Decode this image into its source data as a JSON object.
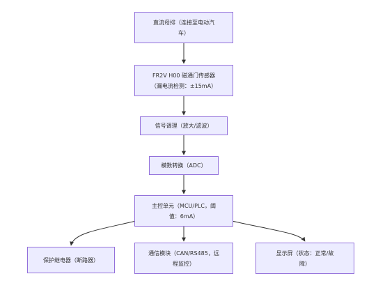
{
  "nodes": {
    "dc_busbar": "直流母排（连接至电动汽\n车）",
    "sensor": "FR2V H00 磁通门传感器\n（漏电流检测：±15mA）",
    "signal_conditioning": "信号调理（放大/滤波）",
    "adc": "模数转换（ADC）",
    "mcu": "主控单元（MCU/PLC，阈\n值：6mA）",
    "relay": "保护继电器（断路器）",
    "comm": "通信模块（CAN/RS485，远\n程监控）",
    "display": "显示屏（状态：正常/故\n障）"
  },
  "edges": [
    [
      "dc_busbar",
      "sensor"
    ],
    [
      "sensor",
      "signal_conditioning"
    ],
    [
      "signal_conditioning",
      "adc"
    ],
    [
      "adc",
      "mcu"
    ],
    [
      "mcu",
      "relay"
    ],
    [
      "mcu",
      "comm"
    ],
    [
      "mcu",
      "display"
    ]
  ],
  "colors": {
    "node_fill": "#ececff",
    "node_border": "#9370db",
    "edge": "#333333",
    "text": "#333333"
  }
}
